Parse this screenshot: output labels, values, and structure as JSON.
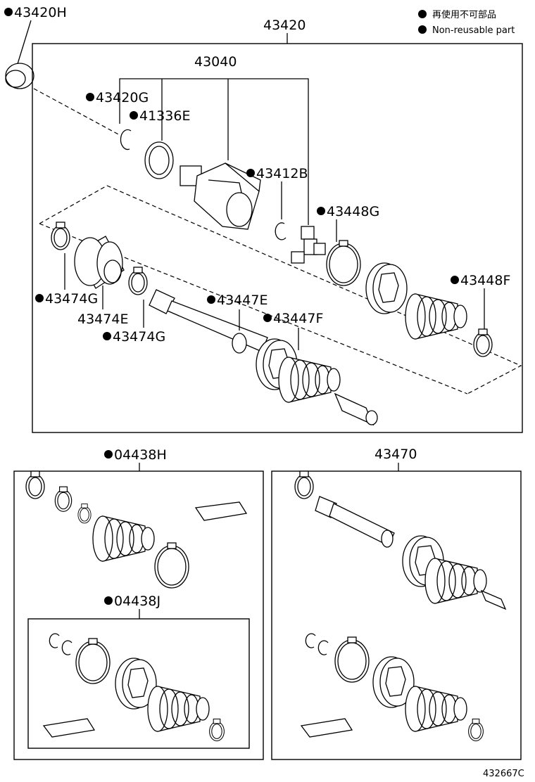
{
  "legend": {
    "japanese": "再使用不可部品",
    "english": "Non-reusable part",
    "dot_color": "#000000"
  },
  "labels": {
    "p43420H": "43420H",
    "p43420": "43420",
    "p43040": "43040",
    "p43420G": "43420G",
    "p41336E": "41336E",
    "p43412B": "43412B",
    "p43448G": "43448G",
    "p43448F": "43448F",
    "p43474G_a": "43474G",
    "p43474E": "43474E",
    "p43474G_b": "43474G",
    "p43447E": "43447E",
    "p43447F": "43447F",
    "p04438H": "04438H",
    "p04438J": "04438J",
    "p43470": "43470"
  },
  "figure_id": "432667C"
}
